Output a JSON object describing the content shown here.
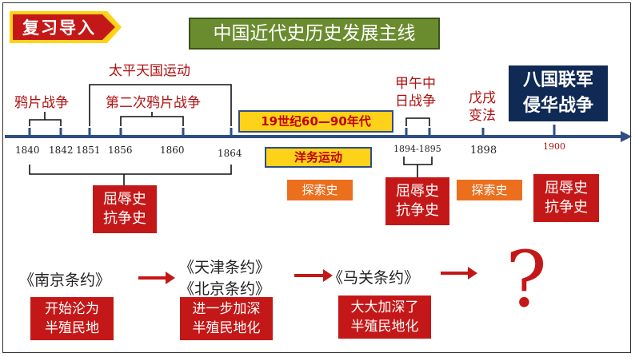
{
  "header": {
    "badge_label": "复习导入",
    "title": "中国近代史历史发展主线"
  },
  "events": {
    "opium_war": "鸦片战争",
    "taiping": "太平天国运动",
    "second_opium_war": "第二次鸦片战争",
    "sino_japanese_war_line1": "甲午中",
    "sino_japanese_war_line2": "日战争",
    "wuxu_line1": "戊戌",
    "wuxu_line2": "变法",
    "eight_nation_line1": "八国联军",
    "eight_nation_line2": "侵华战争",
    "period_label": "19世纪60—90年代",
    "westernization": "洋务运动"
  },
  "years": {
    "y1840": "1840",
    "y1842": "1842",
    "y1851": "1851",
    "y1856": "1856",
    "y1860": "1860",
    "y1864": "1864",
    "y1894": "1894-1895",
    "y1898": "1898",
    "y1900": "1900"
  },
  "tags": {
    "humiliation_1_line1": "屈辱史",
    "humiliation_1_line2": "抗争史",
    "exploration_1": "探索史",
    "humiliation_2_line1": "屈辱史",
    "humiliation_2_line2": "抗争史",
    "exploration_2": "探索史",
    "humiliation_3_line1": "屈辱史",
    "humiliation_3_line2": "抗争史"
  },
  "treaties": {
    "nanjing": "《南京条约》",
    "tianjin": "《天津条约》",
    "beijing": "《北京条约》",
    "maguan": "《马关条约》",
    "unknown": "?"
  },
  "consequences": {
    "c1_line1": "开始沦为",
    "c1_line2": "半殖民地",
    "c2_line1": "进一步加深",
    "c2_line2": "半殖民地化",
    "c3_line1": "大大加深了",
    "c3_line2": "半殖民地化"
  },
  "colors": {
    "badge_yellow": "#ffd21a",
    "badge_red": "#c41818",
    "title_green": "#6a8c2f",
    "label_red": "#b01010",
    "axis_navy": "#2f4e82",
    "navy_box": "#102a56",
    "orange_box": "#ec6f1e"
  }
}
